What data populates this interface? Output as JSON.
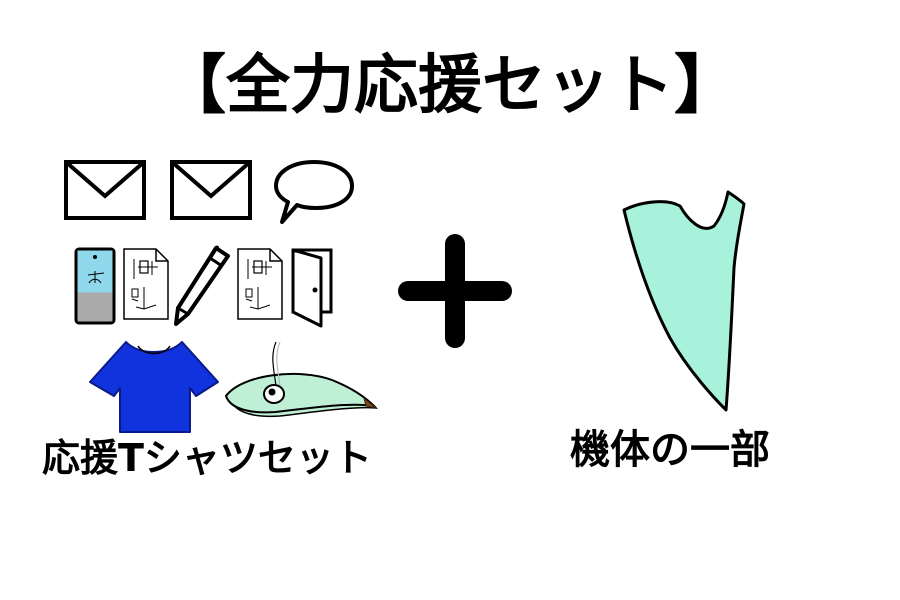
{
  "title": "【全力応援セット】",
  "left_caption": "応援Tシャツセット",
  "right_caption": "機体の一部",
  "icons": [
    "envelope-icon",
    "envelope-icon",
    "speech-bubble-icon",
    "phone-icon",
    "document-icon",
    "pen-icon",
    "document-icon",
    "door-icon",
    "t-shirt-icon",
    "wing-model-icon",
    "plus-icon",
    "aircraft-part-icon"
  ],
  "colors": {
    "shirt": "#1133dd",
    "wing": "#bff0d6",
    "aircraft_part": "#a8f2dc",
    "phone_screen": "#8fd8ec",
    "phone_bottom": "#aaaaaa",
    "stroke": "#000000"
  }
}
